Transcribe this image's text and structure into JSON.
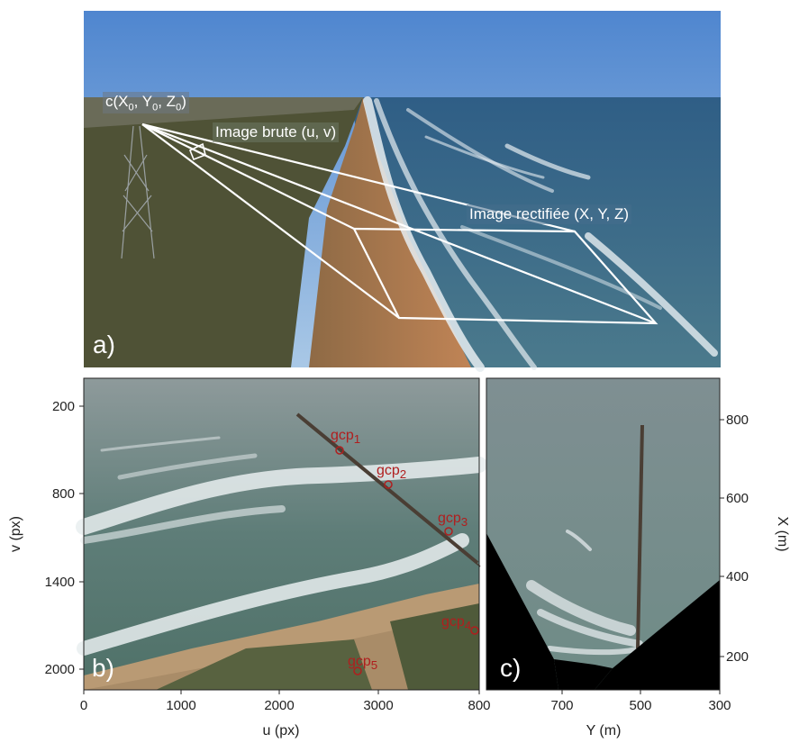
{
  "panel_a": {
    "label": "a)",
    "camera_label": "c(X0, Y0, Z0)",
    "raw_image_label": "Image brute (u, v)",
    "rectified_label": "Image rectifiée (X, Y, Z)"
  },
  "panel_b": {
    "label": "b)",
    "xlabel": "u (px)",
    "ylabel": "v (px)",
    "x_ticks": [
      "0",
      "1000",
      "2000",
      "3000",
      "800"
    ],
    "y_ticks": [
      "200",
      "800",
      "1400",
      "2000"
    ],
    "gcps": [
      {
        "name": "gcp",
        "sub": "1"
      },
      {
        "name": "gcp",
        "sub": "2"
      },
      {
        "name": "gcp",
        "sub": "3"
      },
      {
        "name": "gcp",
        "sub": "4"
      },
      {
        "name": "gcp",
        "sub": "5"
      }
    ]
  },
  "panel_c": {
    "label": "c)",
    "xlabel": "Y (m)",
    "ylabel": "X (m)",
    "x_ticks": [
      "700",
      "500",
      "300"
    ],
    "y_ticks": [
      "800",
      "600",
      "400",
      "200"
    ]
  },
  "colors": {
    "sky": "#5d8fd0",
    "ocean": "#3e6a8c",
    "foam": "#e8eef2",
    "dune": "#5b5a3a",
    "sand": "#b07a4a",
    "gcp_red": "#b01e1e",
    "mask": "#000000"
  }
}
